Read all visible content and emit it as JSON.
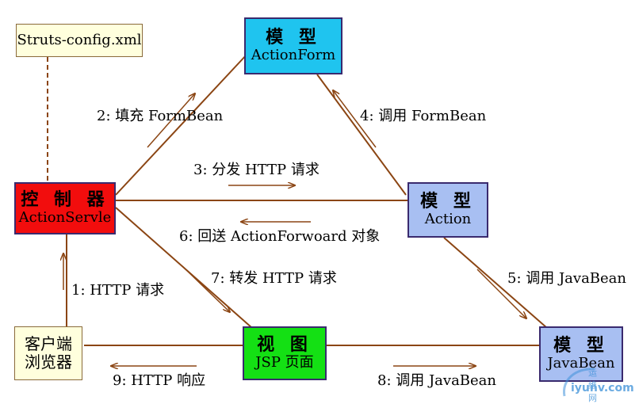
{
  "nodes": {
    "config": {
      "line1": "Struts-config.xml",
      "fill": "#ffffdd",
      "border": "#8a6a3a"
    },
    "formbean": {
      "line1": "模 型",
      "line2": "ActionForm",
      "fill": "#1fc4ef"
    },
    "controller": {
      "line1": "控 制 器",
      "line2": "ActionServle",
      "fill": "#f20d0d"
    },
    "action": {
      "line1": "模 型",
      "line2": "Action",
      "fill": "#a8bff2"
    },
    "client": {
      "line1": "客户端",
      "line2": "浏览器",
      "fill": "#ffffdd",
      "border": "#8a6a3a"
    },
    "view": {
      "line1": "视 图",
      "line2": "JSP 页面",
      "fill": "#14e014"
    },
    "javabean": {
      "line1": "模 型",
      "line2": "JavaBean",
      "fill": "#a8bff2"
    }
  },
  "labels": {
    "step1": "1: HTTP 请求",
    "step2": "2: 填充 FormBean",
    "step3": "3: 分发 HTTP 请求",
    "step4": "4: 调用 FormBean",
    "step5": "5: 调用 JavaBean",
    "step6": "6: 回送 ActionForwoard 对象",
    "step7": "7: 转发 HTTP 请求",
    "step8": "8: 调用 JavaBean",
    "step9": "9: HTTP 响应"
  },
  "watermark": {
    "top": "运维网",
    "main": "iyunv.com"
  },
  "colors": {
    "line": "#8b4513",
    "arrow": "#8b4513",
    "dashed": "#8b4513"
  }
}
